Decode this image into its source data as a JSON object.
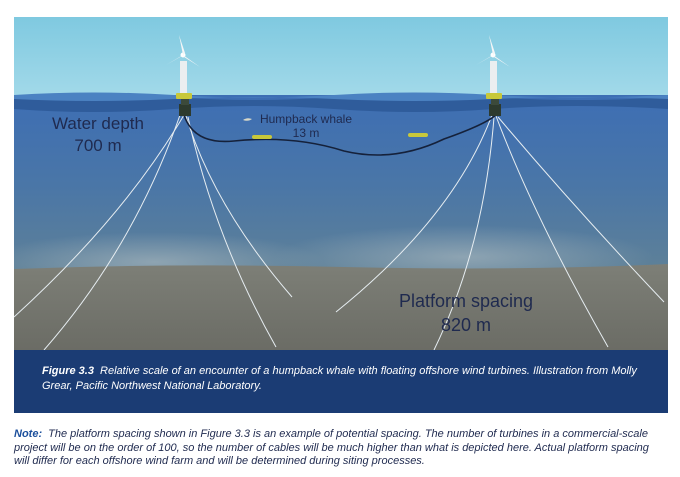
{
  "illustration": {
    "depth_label_line1": "Water depth",
    "depth_label_line2": "700 m",
    "whale_label_line1": "Humpback whale",
    "whale_label_line2": "13 m",
    "spacing_label_line1": "Platform spacing",
    "spacing_label_line2": "820 m",
    "colors": {
      "sky": "#87cde3",
      "ocean_surface": "#3f6fb3",
      "ocean_deep": "#537b9a",
      "seafloor": "#6f7068",
      "cable": "#e8eef2",
      "float": "#c8c83a",
      "whale": "#d4c84a"
    }
  },
  "figure": {
    "number": "Figure 3.3",
    "caption": "Relative scale of an encounter of a humpback whale with floating offshore wind turbines. Illustration from Molly Grear, Pacific Northwest National Laboratory."
  },
  "note": {
    "label": "Note:",
    "text": "The platform spacing shown in Figure 3.3 is an example of potential spacing. The number of turbines in a commercial-scale project will be on the order of 100, so the number of cables will be much higher than what is depicted here. Actual platform spacing will differ for each offshore wind farm and will be determined during siting processes."
  }
}
